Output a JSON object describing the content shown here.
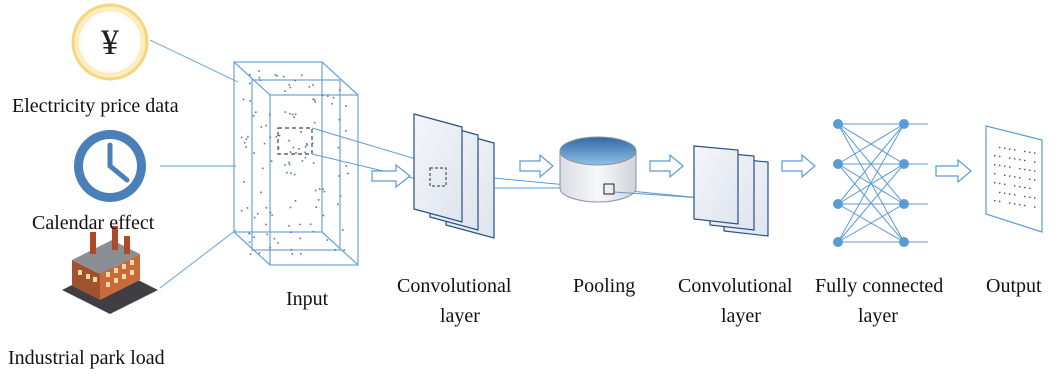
{
  "inputs": {
    "price": "Electricity price data",
    "price_symbol": "¥",
    "calendar": "Calendar effect",
    "load": "Industrial park load"
  },
  "stages": {
    "input": "Input",
    "conv1_line1": "Convolutional",
    "conv1_line2": "layer",
    "pooling": "Pooling",
    "conv2_line1": "Convolutional",
    "conv2_line2": "layer",
    "fc_line1": "Fully connected",
    "fc_line2": "layer",
    "output": "Output"
  },
  "colors": {
    "line": "#5b9bd5",
    "node": "#5b9bd5",
    "coin_ring": "#f5d67a",
    "clock": "#4a7fb8",
    "pool_top": "#4d8cc4"
  },
  "icons": [
    "yuan-coin-icon",
    "clock-icon",
    "factory-icon"
  ]
}
